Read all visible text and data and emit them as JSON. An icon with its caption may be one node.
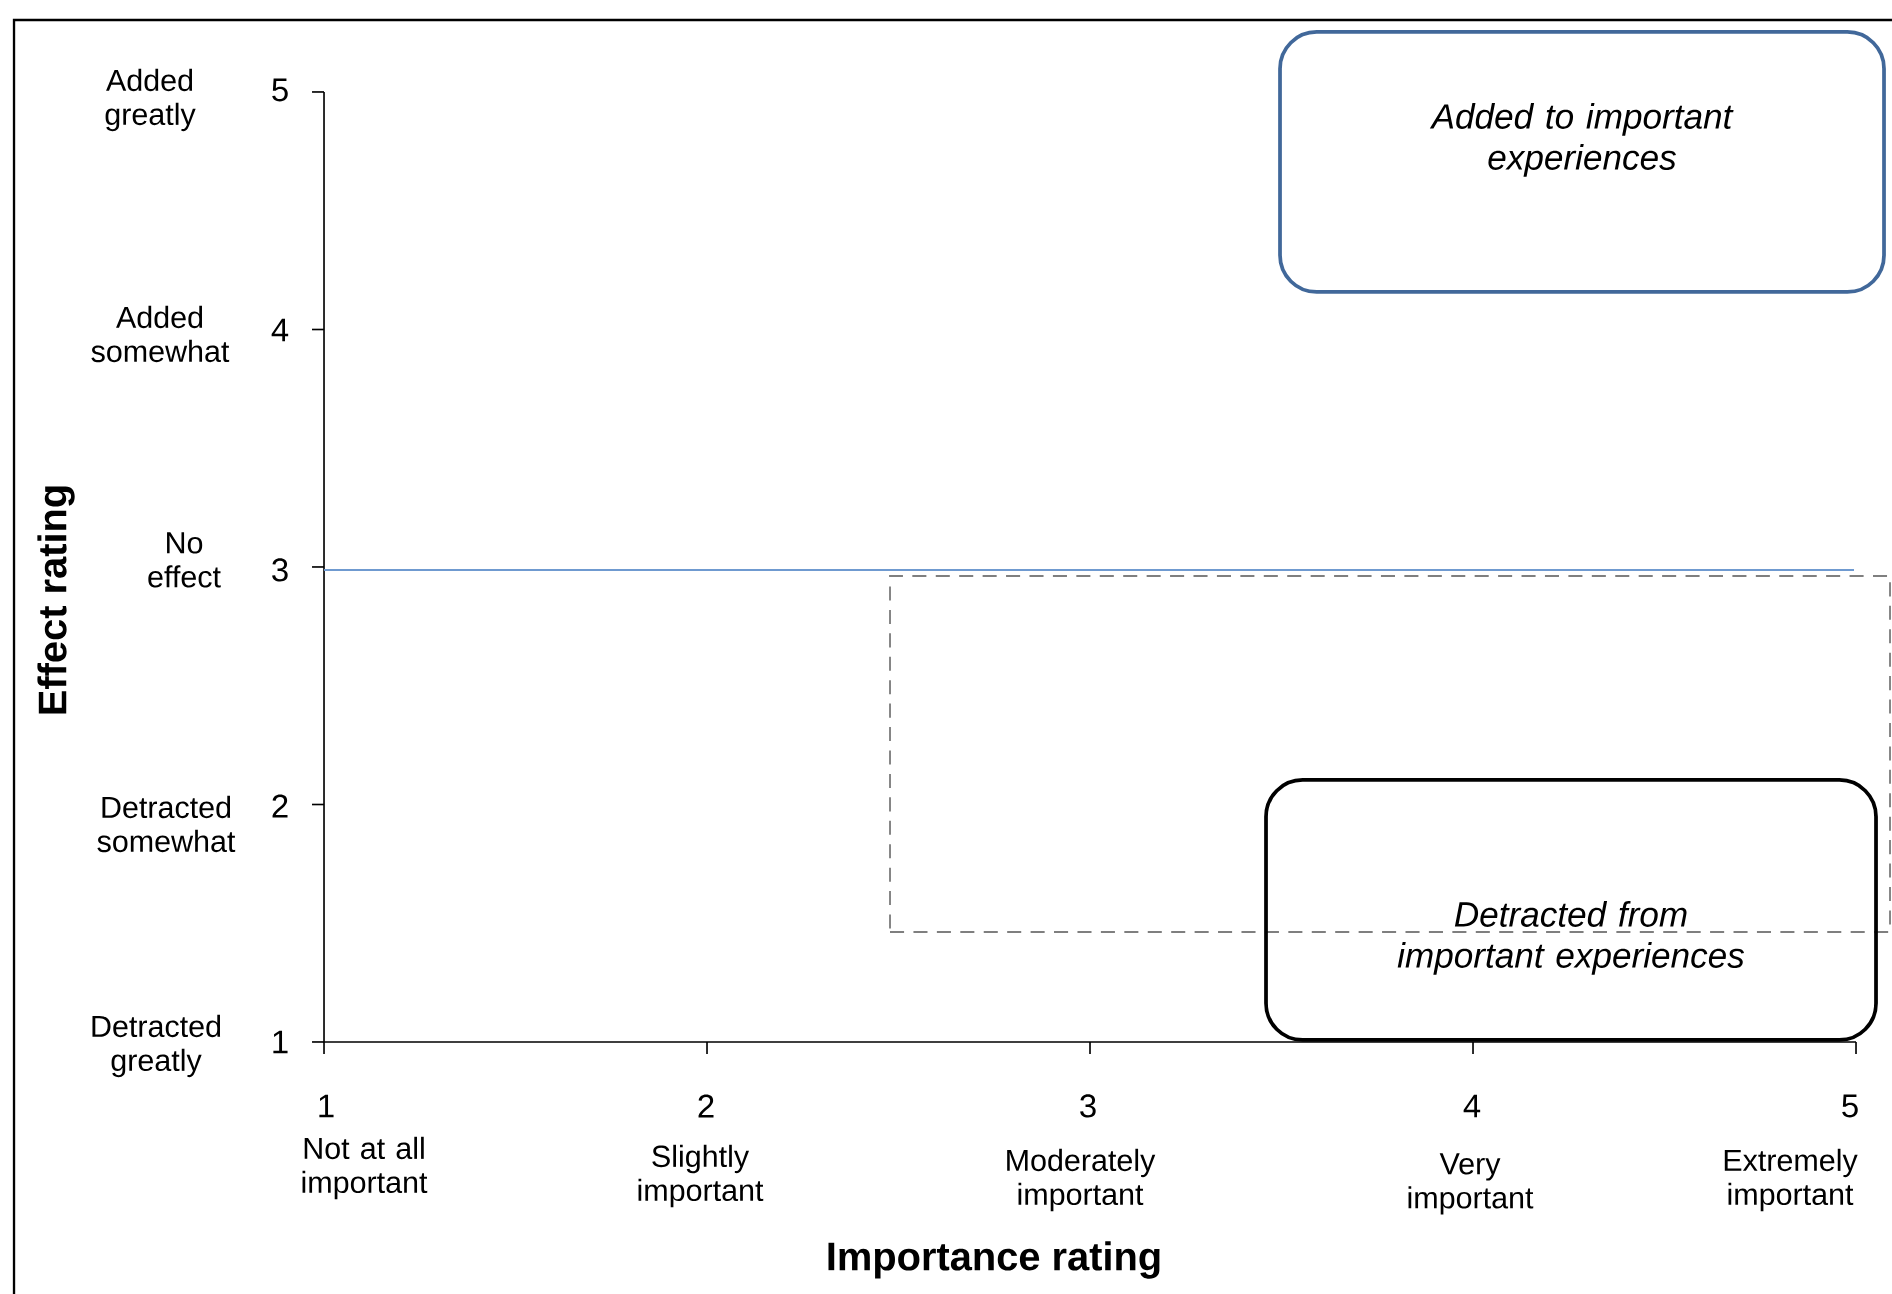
{
  "diagram": {
    "nodes": [
      {
        "text": [
          "Added to important experiences"
        ]
      },
      {
        "text": [],
        "shape": "box"
      },
      {
        "text": [
          "Detracted from important experiences"
        ]
      }
    ],
    "labels": [
      "Added greatly",
      "5",
      "Added somewhat",
      "4",
      "Effect rating",
      "No effect",
      "3",
      "Detracted somewhat",
      "2",
      "Detracted greatly",
      "1",
      "1",
      "Not at all important",
      "2",
      "Slightly important",
      "3",
      "Moderately important",
      "4",
      "Very important",
      "5",
      "Extremely important",
      "Importance rating"
    ]
  }
}
